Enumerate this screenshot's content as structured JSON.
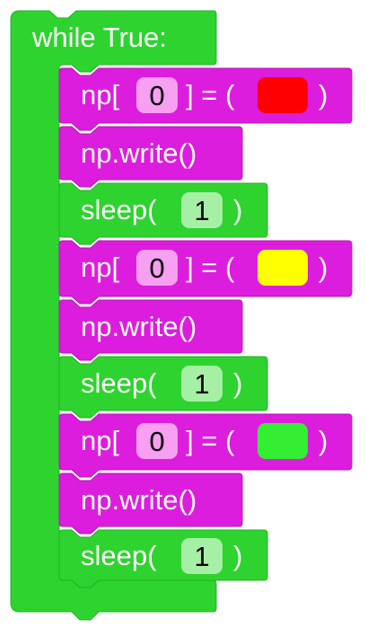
{
  "palette": {
    "loop_green": "#2fd32f",
    "led_magenta": "#dd1ddd",
    "sleep_green": "#2fd32f",
    "index_pill": "#f79ff1",
    "number_pill": "#a6f0a6"
  },
  "loop": {
    "label": "while True:"
  },
  "statements": [
    {
      "type": "set-pixel",
      "prefix": "np[",
      "index": "0",
      "mid": "] = (",
      "color_name": "red",
      "color": "#ff0000",
      "suffix": ")"
    },
    {
      "type": "write",
      "label": "np.write()"
    },
    {
      "type": "sleep",
      "prefix": "sleep(",
      "value": "1",
      "suffix": ")"
    },
    {
      "type": "set-pixel",
      "prefix": "np[",
      "index": "0",
      "mid": "] = (",
      "color_name": "yellow",
      "color": "#ffff00",
      "suffix": ")"
    },
    {
      "type": "write",
      "label": "np.write()"
    },
    {
      "type": "sleep",
      "prefix": "sleep(",
      "value": "1",
      "suffix": ")"
    },
    {
      "type": "set-pixel",
      "prefix": "np[",
      "index": "0",
      "mid": "] = (",
      "color_name": "green",
      "color": "#33ee33",
      "suffix": ")"
    },
    {
      "type": "write",
      "label": "np.write()"
    },
    {
      "type": "sleep",
      "prefix": "sleep(",
      "value": "1",
      "suffix": ")"
    }
  ]
}
